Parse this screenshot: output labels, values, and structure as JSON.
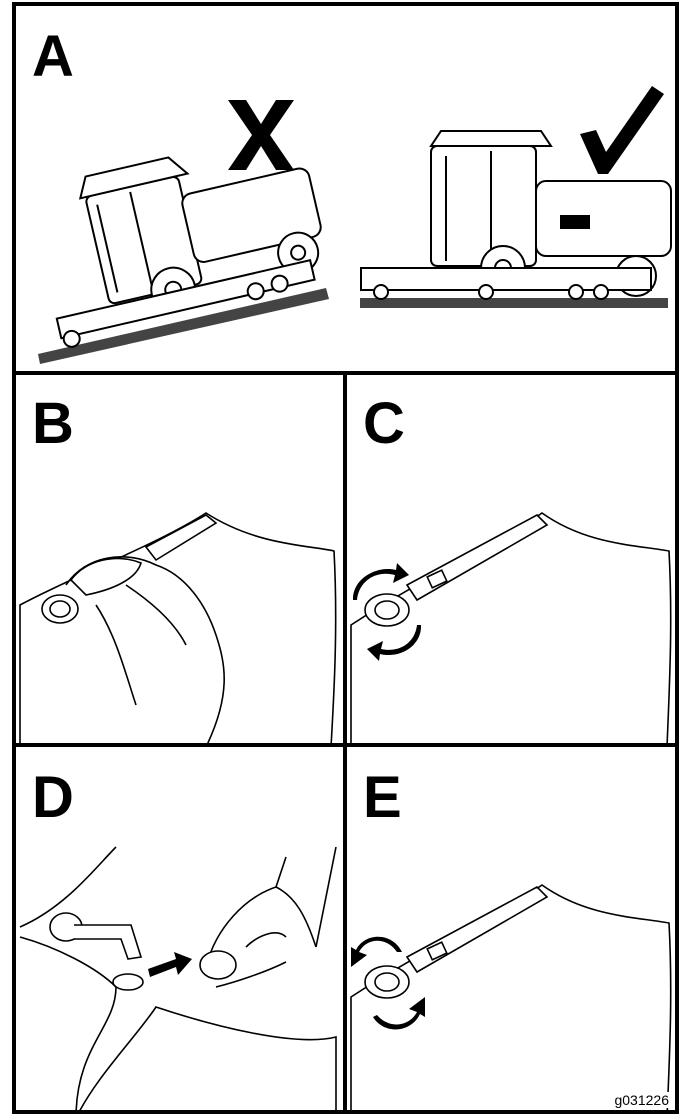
{
  "panels": {
    "a": {
      "letter": "A",
      "wrong_mark": "X"
    },
    "b": {
      "letter": "B"
    },
    "c": {
      "letter": "C"
    },
    "d": {
      "letter": "D"
    },
    "e": {
      "letter": "E"
    }
  },
  "figure_id": "g031226",
  "icons": {
    "wrong": "x-mark-icon",
    "right": "check-mark-icon",
    "rotate": "rotate-arrows-icon",
    "insert": "arrow-right-icon"
  }
}
